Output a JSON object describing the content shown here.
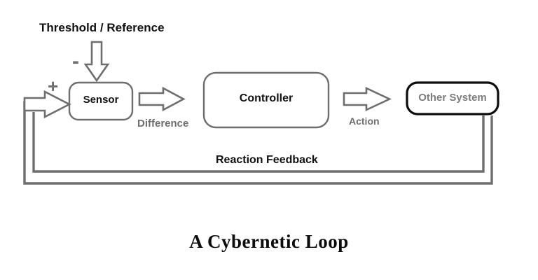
{
  "diagram": {
    "title": "A Cybernetic Loop",
    "input_label": "Threshold / Reference",
    "feedback_label": "Reaction Feedback",
    "signs": {
      "negative": "-",
      "positive": "+"
    },
    "nodes": [
      {
        "id": "sensor",
        "label": "Sensor"
      },
      {
        "id": "controller",
        "label": "Controller"
      },
      {
        "id": "other-system",
        "label": "Other System"
      }
    ],
    "edges": [
      {
        "id": "difference",
        "label": "Difference",
        "from": "sensor",
        "to": "controller"
      },
      {
        "id": "action",
        "label": "Action",
        "from": "controller",
        "to": "other-system"
      }
    ],
    "colors": {
      "gray_stroke": "#6e6e70",
      "black_stroke": "#0d0d0d",
      "gray_text": "#7d7d80",
      "black_text": "#111111",
      "background": "#ffffff"
    }
  }
}
